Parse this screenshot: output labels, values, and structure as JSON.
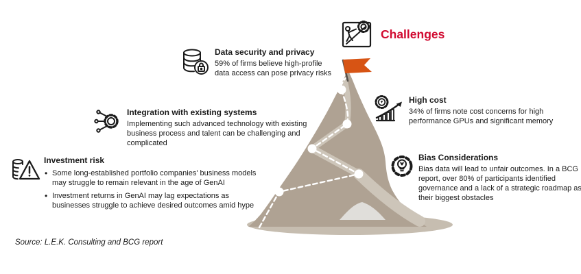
{
  "title": {
    "label": "Challenges",
    "color": "#D10A30",
    "icon": "person-pushing-gear-uphill-icon"
  },
  "sections": [
    {
      "id": "data-security",
      "icon": "database-lock-icon",
      "heading": "Data security and privacy",
      "body": "59% of firms believe high-profile data access can pose privacy risks"
    },
    {
      "id": "integration",
      "icon": "gear-network-icon",
      "heading": "Integration with existing systems",
      "body": "Implementing such advanced technology with existing business process and talent can be challenging and complicated"
    },
    {
      "id": "investment-risk",
      "icon": "coins-warning-icon",
      "heading": "Investment risk",
      "bullets": [
        "Some long-established portfolio companies' business models may struggle to remain relevant in the age of GenAI",
        "Investment returns in GenAI may lag expectations as businesses struggle to achieve desired outcomes amid hype"
      ]
    },
    {
      "id": "high-cost",
      "icon": "coin-growth-chart-icon",
      "heading": "High cost",
      "body": "34% of firms note cost concerns for high performance GPUs and significant memory"
    },
    {
      "id": "bias",
      "icon": "gear-lightbulb-icon",
      "heading": "Bias Considerations",
      "body": "Bias data will lead to unfair outcomes. In a BCG report, over 80% of participants identified governance and a lack of a strategic roadmap as their biggest obstacles"
    }
  ],
  "illustration": {
    "name": "mountain-with-switchback-path-and-flag",
    "flag_color": "#D75414",
    "mountain_color": "#AFA293",
    "trail_color": "#CDC5B9",
    "base_color": "#C6BDB0",
    "snow_patch_color": "#E0DEDA",
    "waypoint_count": 5
  },
  "source": {
    "label": "Source: L.E.K. Consulting and BCG report"
  }
}
